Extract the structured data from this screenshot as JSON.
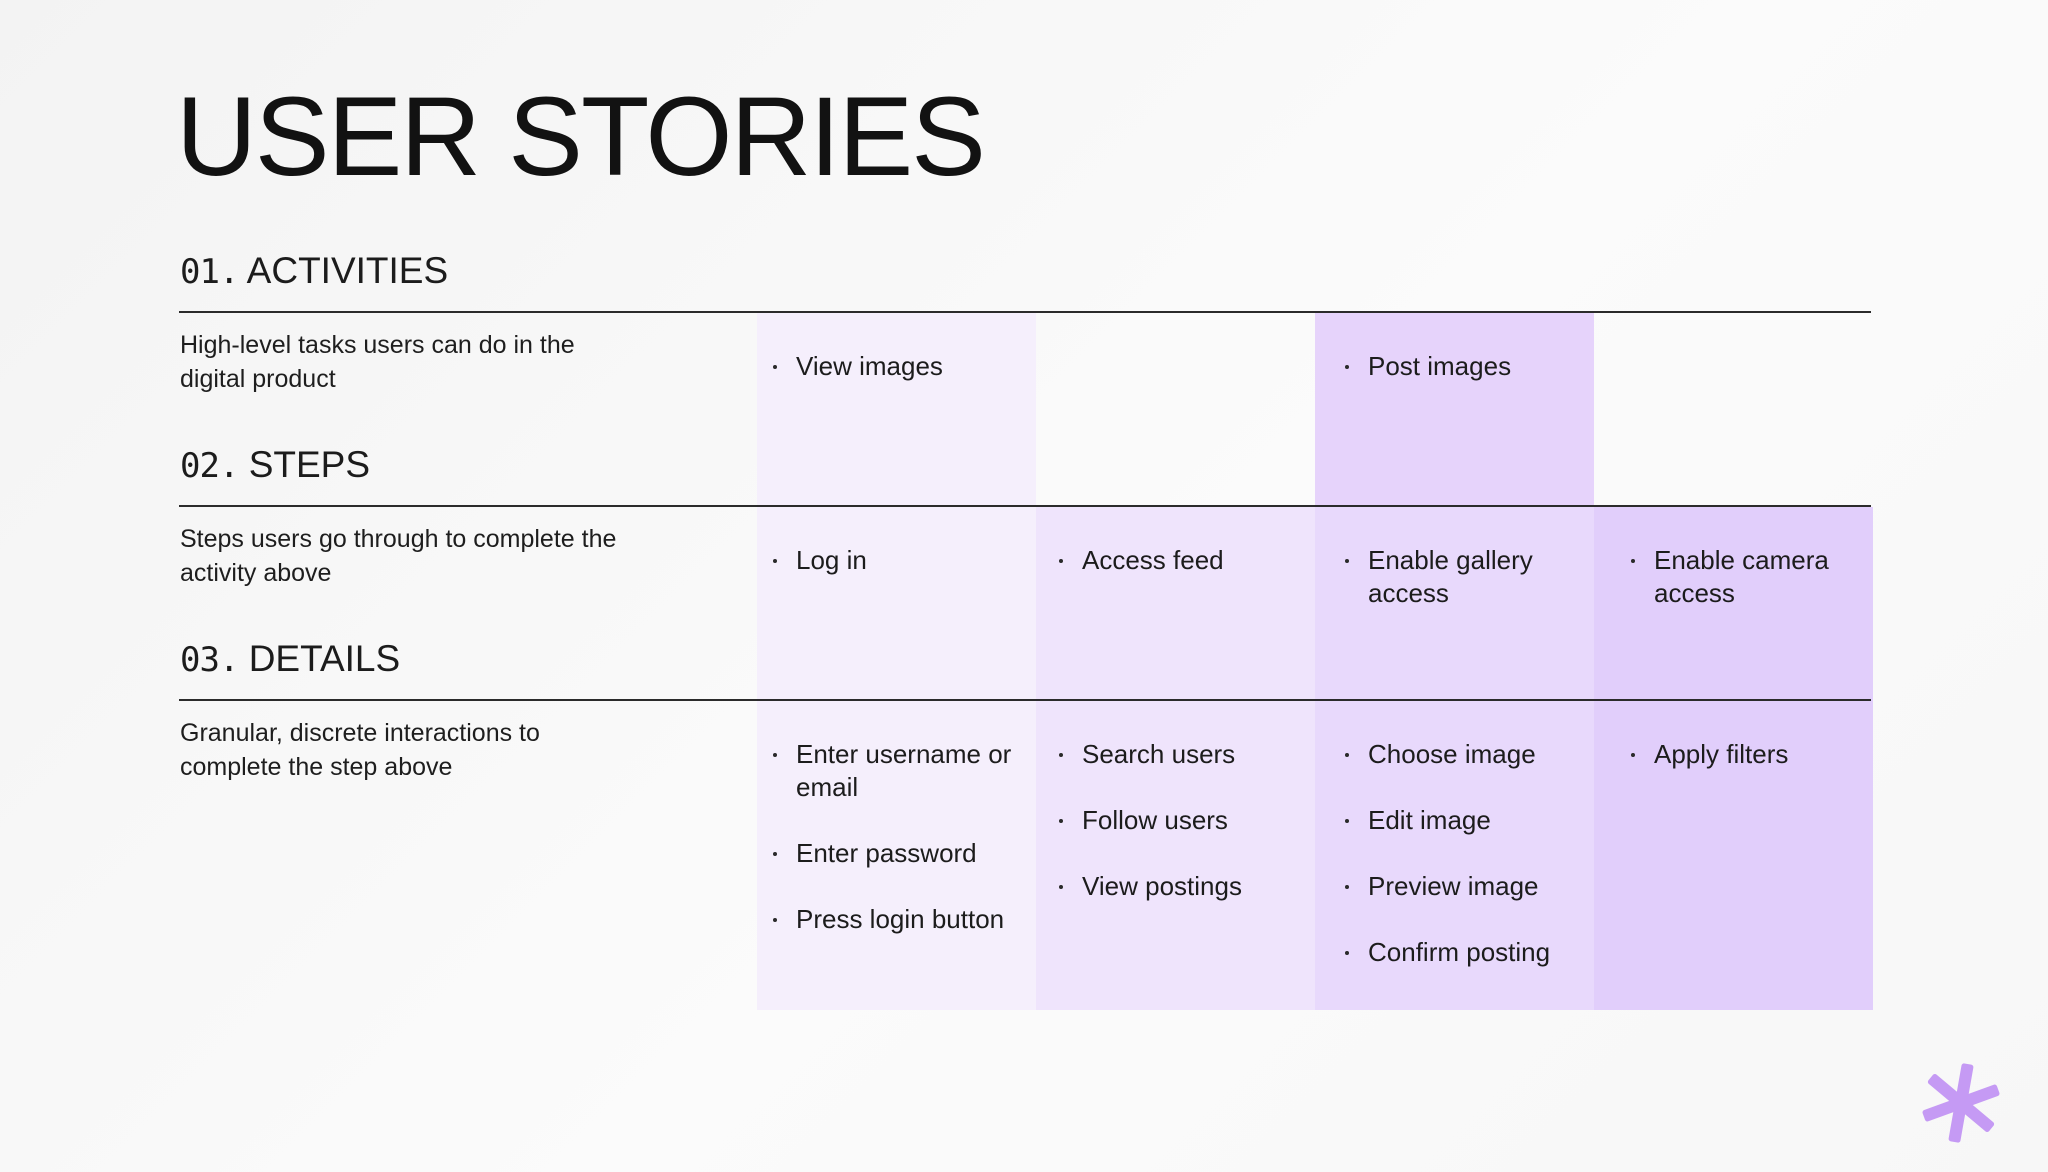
{
  "title": "USER STORIES",
  "colors": {
    "background": "#f5f5f5",
    "column_1": "#f5effc",
    "column_2": "#efe4fc",
    "column_3": "#e8d9fc",
    "column_4": "#e1cefb",
    "activity_highlight": "#e6d3fb",
    "rule": "#2b2b2b",
    "accent": "#c59af4"
  },
  "sections": [
    {
      "number": "01.",
      "name": "ACTIVITIES",
      "description": "High-level tasks users can do in the digital product",
      "columns": [
        [
          "View images"
        ],
        [],
        [
          "Post images"
        ],
        []
      ]
    },
    {
      "number": "02.",
      "name": "STEPS",
      "description": "Steps users go through to complete the activity above",
      "columns": [
        [
          "Log in"
        ],
        [
          "Access feed"
        ],
        [
          "Enable gallery access"
        ],
        [
          "Enable camera access"
        ]
      ]
    },
    {
      "number": "03.",
      "name": "DETAILS",
      "description": "Granular, discrete interactions to complete the step above",
      "columns": [
        [
          "Enter username or email",
          "Enter password",
          "Press login button"
        ],
        [
          "Search users",
          "Follow users",
          "View postings"
        ],
        [
          "Choose image",
          "Edit image",
          "Preview image",
          "Confirm posting"
        ],
        [
          "Apply filters"
        ]
      ]
    }
  ],
  "decoration": {
    "icon": "asterisk-icon"
  }
}
